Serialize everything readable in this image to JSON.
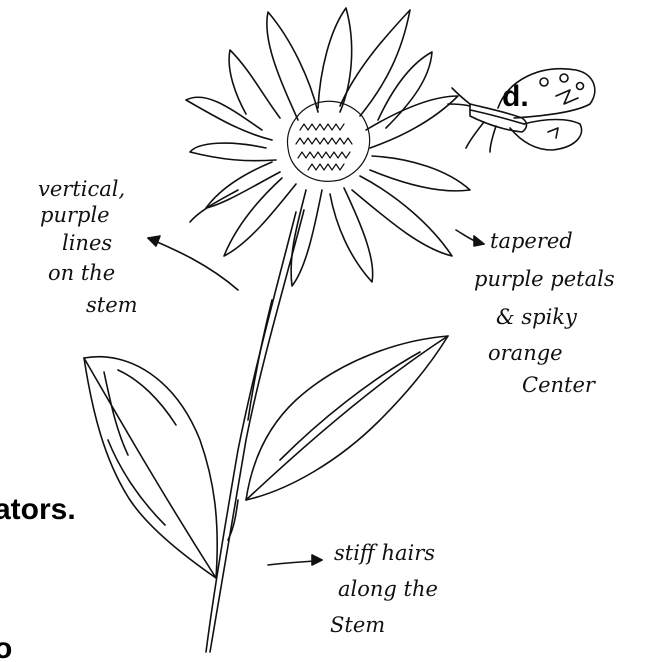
{
  "cut_text": {
    "top_fragment": "d.",
    "middle_fragment": "ators.",
    "bottom_fragment": "o"
  },
  "annotations": {
    "stem_lines": [
      "vertical,",
      "purple",
      "lines",
      "on the",
      "stem"
    ],
    "petals": [
      "tapered",
      "purple petals",
      "& spiky",
      "orange",
      "Center"
    ],
    "hairs": [
      "stiff hairs",
      "along the",
      "Stem"
    ]
  },
  "colors": {
    "ink": "#111111",
    "background": "#ffffff"
  }
}
